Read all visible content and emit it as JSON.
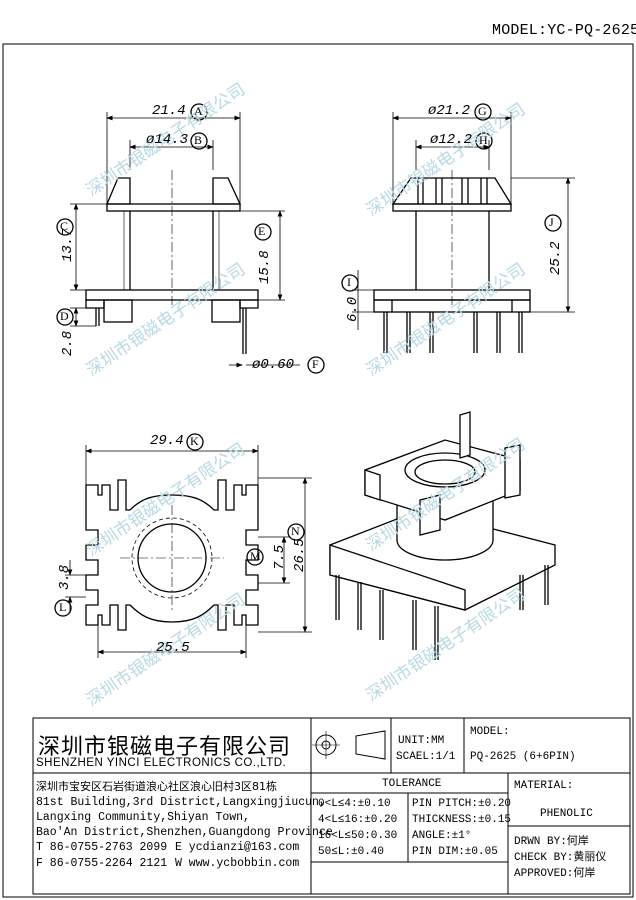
{
  "header": {
    "model_label": "MODEL:YC-PQ-2625"
  },
  "views": {
    "front": {
      "dims": {
        "A": {
          "value": "21.4",
          "letter": "A"
        },
        "B": {
          "value": "ø14.3",
          "letter": "B"
        },
        "C": {
          "value": "13.7",
          "letter": "C"
        },
        "D": {
          "value": "2.8",
          "letter": "D"
        },
        "E": {
          "value": "15.8",
          "letter": "E"
        },
        "F": {
          "value": "ø0.60",
          "letter": "F"
        }
      }
    },
    "side": {
      "dims": {
        "G": {
          "value": "ø21.2",
          "letter": "G"
        },
        "H": {
          "value": "ø12.2",
          "letter": "H"
        },
        "I": {
          "value": "6.0",
          "letter": "I"
        },
        "J": {
          "value": "25.2",
          "letter": "J"
        }
      }
    },
    "bottom": {
      "dims": {
        "K": {
          "value": "29.4",
          "letter": "K"
        },
        "L": {
          "value": "3.8",
          "letter": "L"
        },
        "M": {
          "value": "7.5",
          "letter": "M"
        },
        "N": {
          "value": "26.5",
          "letter": "N"
        },
        "width": {
          "value": "25.5"
        }
      }
    }
  },
  "watermark": {
    "text": "深圳市银磁电子有限公司"
  },
  "title_block": {
    "company_cn": "深圳市银磁电子有限公司",
    "company_en": "SHENZHEN YINCI ELECTRONICS CO.,LTD.",
    "address_lines": [
      "深圳市宝安区石岩街道浪心社区浪心旧村3区81栋",
      "81st Building,3rd District,Langxingjiucun,",
      "Langxing Community,Shiyan Town,",
      "Bao'An District,Shenzhen,Guangdong Province"
    ],
    "phone": "T 86-0755-2763 2099",
    "email": "E ycdianzi@163.com",
    "fax": "F 86-0755-2264 2121",
    "web": "W www.ycbobbin.com",
    "unit": "UNIT:MM",
    "scale": "SCAEL:1/1",
    "model_label": "MODEL:",
    "model_value": "PQ-2625 (6+6PIN)",
    "tolerance_header": "TOLERANCE",
    "tolerances": [
      "0<L≤4:±0.10",
      "4<L≤16:±0.20",
      "16<L≤50:0.30",
      "50≤L:±0.40"
    ],
    "pin_tolerances": [
      "PIN PITCH:±0.20",
      "THICKNESS:±0.15",
      "ANGLE:±1°",
      "PIN DIM:±0.05"
    ],
    "material_label": "MATERIAL:",
    "material_value": "PHENOLIC",
    "drawn": "DRWN BY:何岸",
    "check": "CHECK BY:黄丽仪",
    "approved": "APPROVED:何岸"
  }
}
